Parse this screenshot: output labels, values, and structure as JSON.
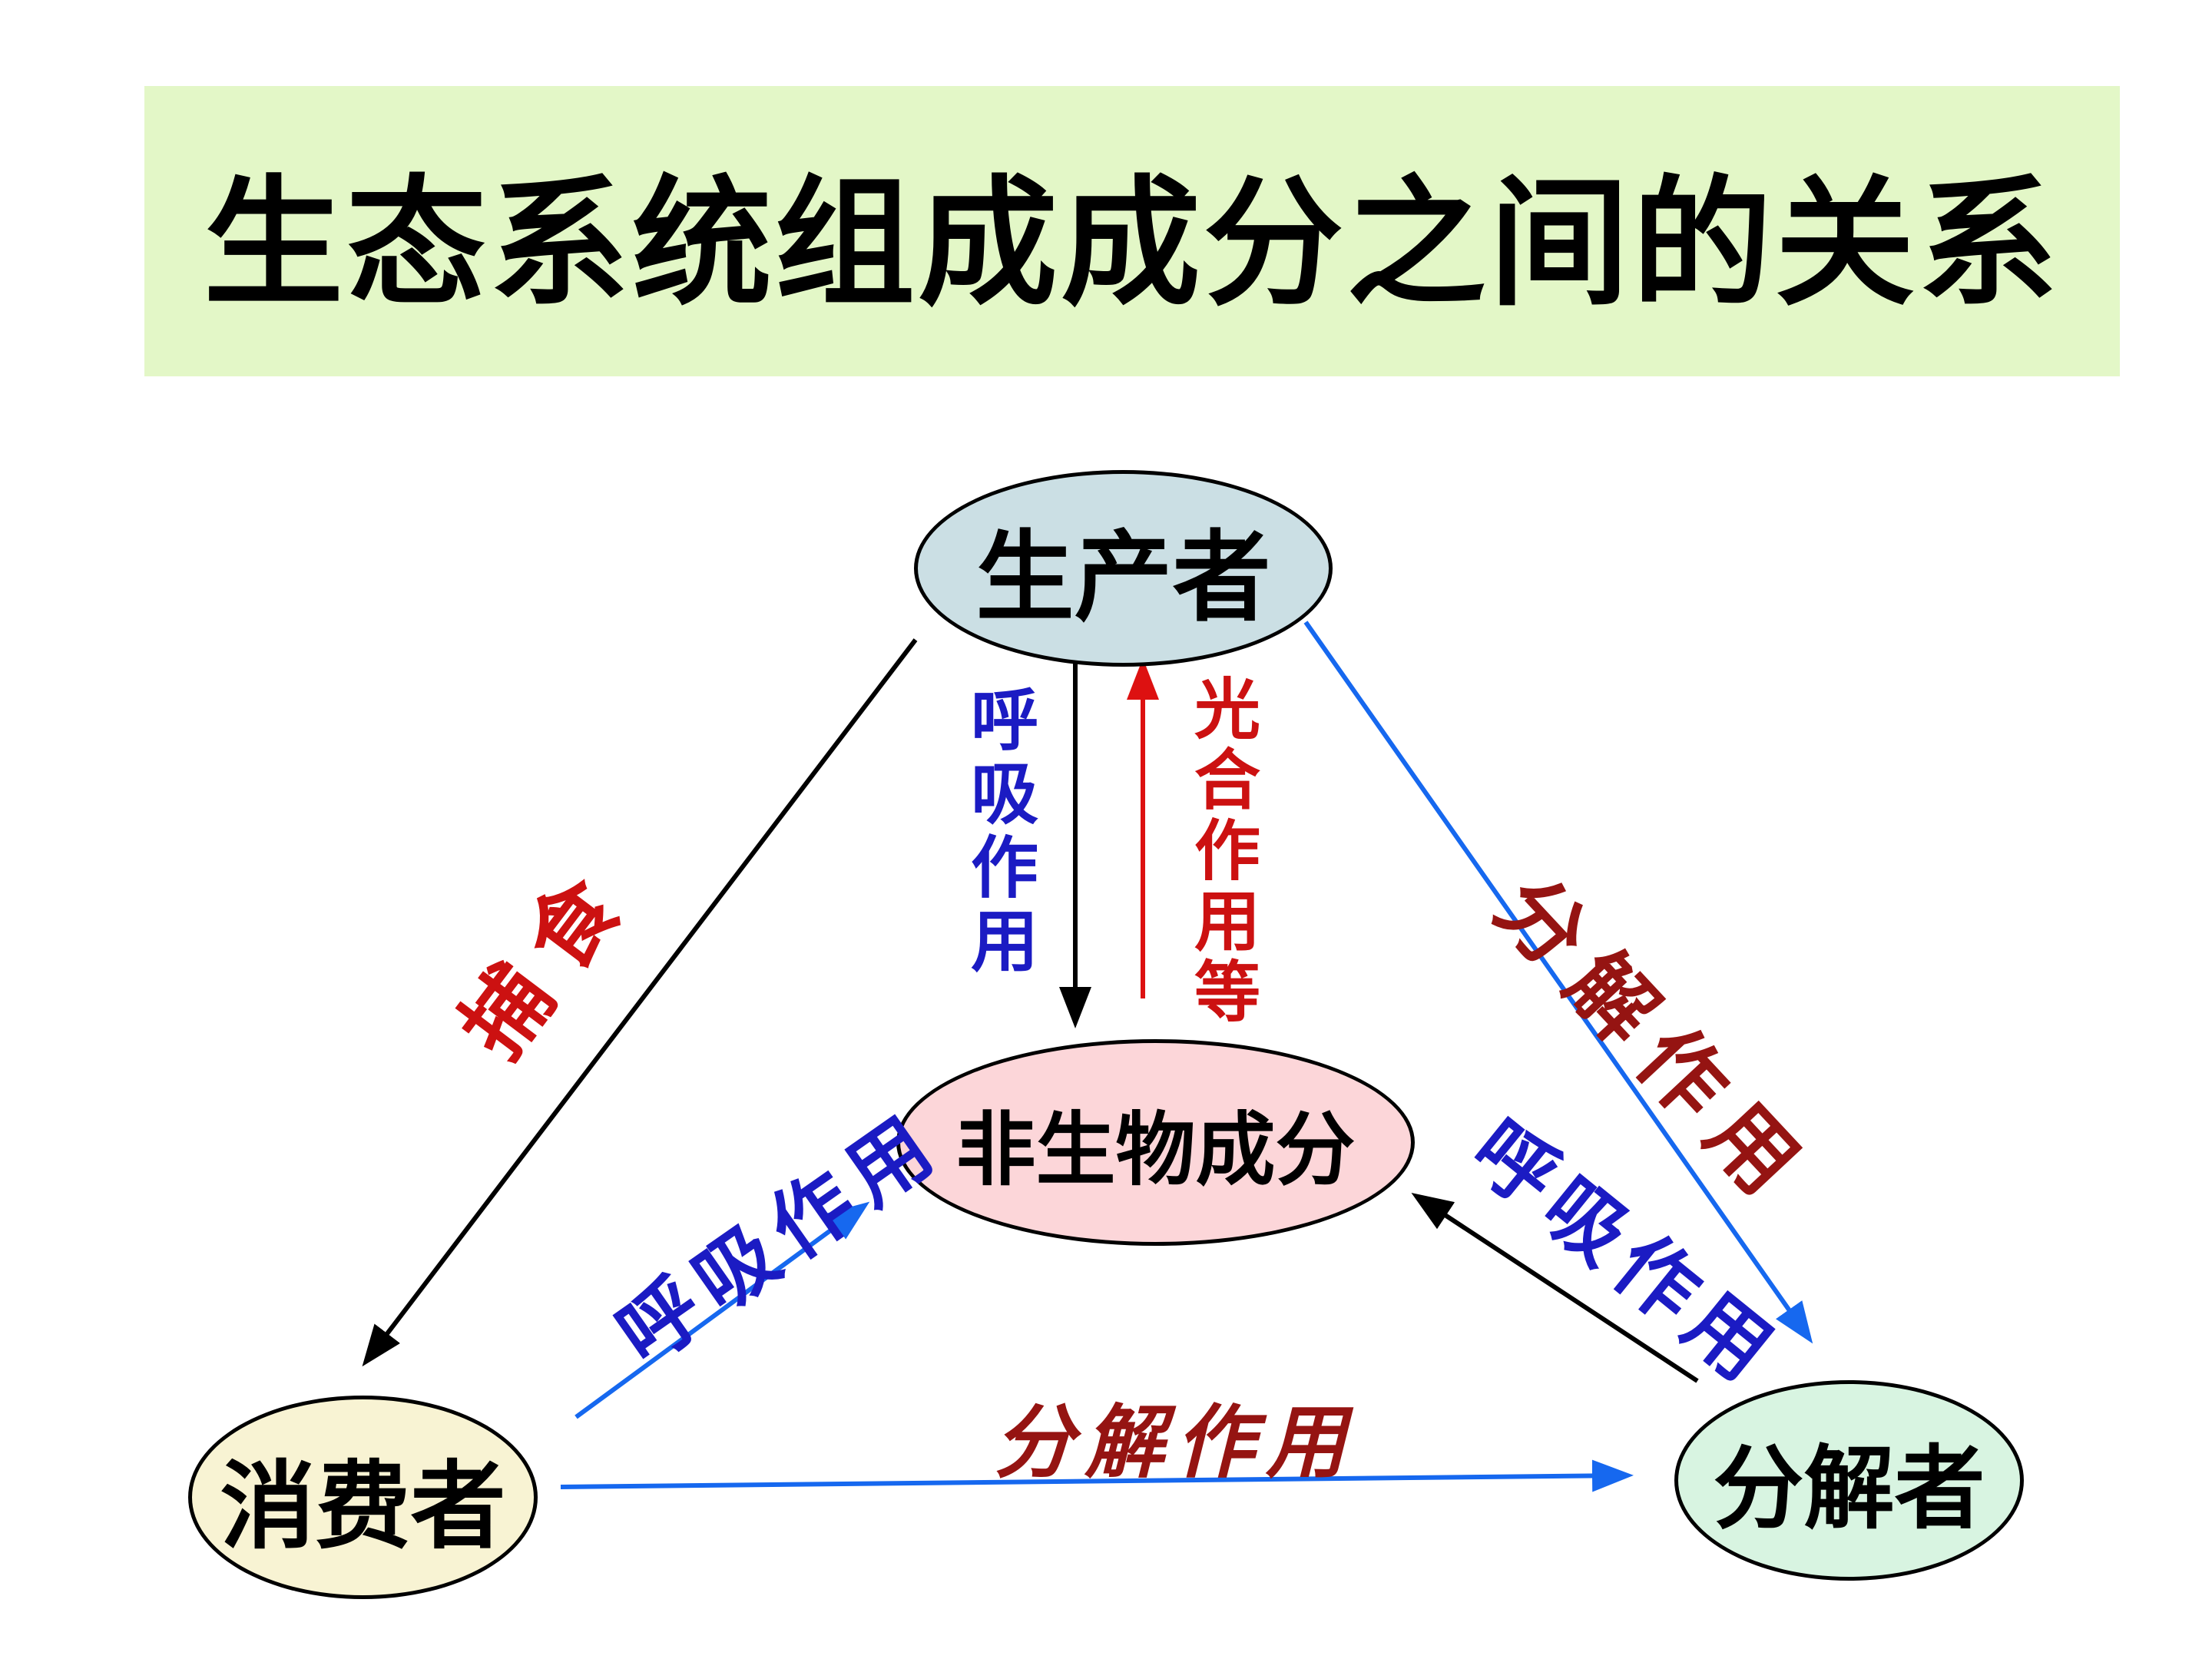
{
  "title": {
    "text": "生态系统组成成分之间的关系"
  },
  "nodes": {
    "producer": {
      "label": "生产者",
      "fill": "#cbdfe4"
    },
    "abiotic": {
      "label": "非生物成分",
      "fill": "#fcd6d9"
    },
    "consumer": {
      "label": "消费者",
      "fill": "#f8f3d3"
    },
    "decomposer": {
      "label": "分解者",
      "fill": "#d8f4e1"
    }
  },
  "edges": {
    "predation": {
      "label": "捕食",
      "from": "生产者",
      "to": "消费者",
      "arrow_color": "#000000",
      "label_color": "#cc1111"
    },
    "producer_respiration": {
      "label": "呼吸作用",
      "from": "生产者",
      "to": "非生物成分",
      "arrow_color": "#000000",
      "label_color": "#1b1bc3"
    },
    "photosynthesis": {
      "label": "光合作用等",
      "from": "非生物成分",
      "to": "生产者",
      "arrow_color": "#dd1111",
      "label_color": "#cc1111"
    },
    "producer_decomposition": {
      "label": "分解作用",
      "from": "生产者",
      "to": "分解者",
      "arrow_color": "#1668ef",
      "label_color": "#951412"
    },
    "consumer_respiration": {
      "label": "呼吸作用",
      "from": "消费者",
      "to": "非生物成分",
      "arrow_color": "#1668ef",
      "label_color": "#1b1bc3"
    },
    "decomposer_respiration": {
      "label": "呼吸作用",
      "from": "分解者",
      "to": "非生物成分",
      "arrow_color": "#000000",
      "label_color": "#1b1bc3"
    },
    "consumer_decomposition": {
      "label": "分解作用",
      "from": "消费者",
      "to": "分解者",
      "arrow_color": "#1668ef",
      "label_color": "#951412"
    }
  },
  "colors": {
    "background": "#ffffff",
    "banner_bg": "#e3f7c7",
    "text_blue": "#1b1bc3",
    "bright_red": "#cc1111",
    "dark_red": "#951412",
    "arrow_blue": "#1668ef",
    "black": "#000000"
  }
}
